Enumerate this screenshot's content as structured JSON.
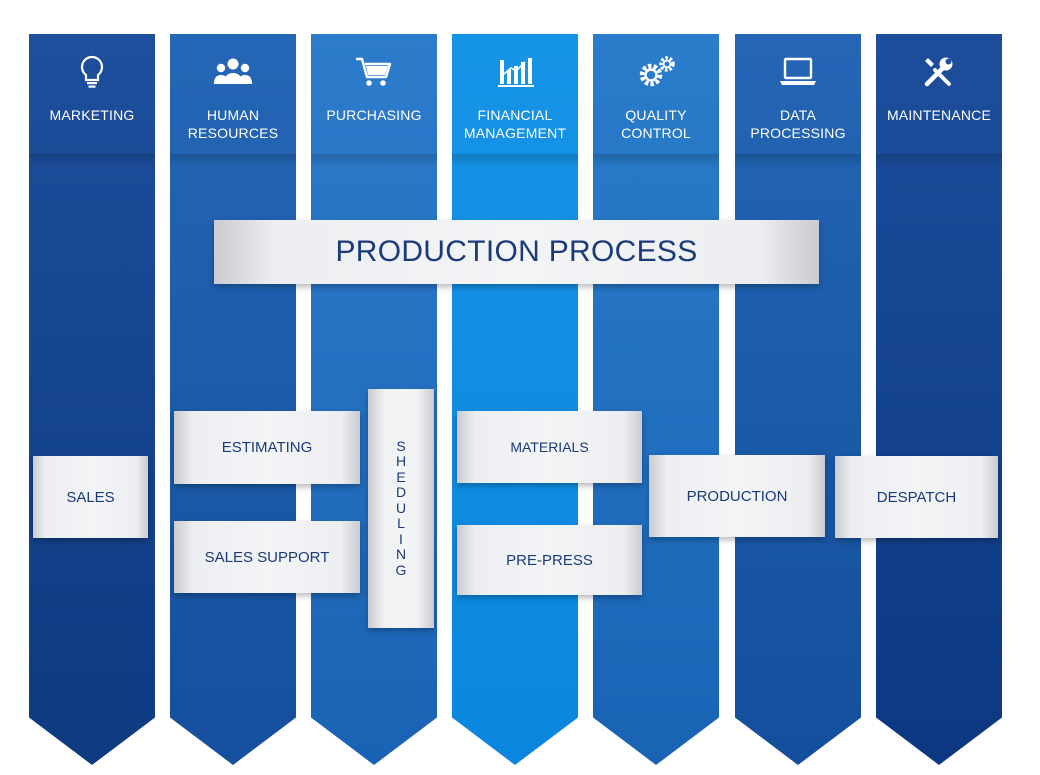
{
  "columns": [
    {
      "label": "MARKETING",
      "icon": "lightbulb-icon",
      "color_top": "#1e4f9d",
      "color_bottom": "#0d3a80"
    },
    {
      "label": "HUMAN\nRESOURCES",
      "icon": "people-icon",
      "color_top": "#2467b6",
      "color_bottom": "#154f9d"
    },
    {
      "label": "PURCHASING",
      "icon": "shopping-cart-icon",
      "color_top": "#2d7ccc",
      "color_bottom": "#1a62b4"
    },
    {
      "label": "FINANCIAL\nMANAGEMENT",
      "icon": "bar-chart-icon",
      "color_top": "#1694e6",
      "color_bottom": "#0b86df"
    },
    {
      "label": "QUALITY\nCONTROL",
      "icon": "gears-icon",
      "color_top": "#2a7dcb",
      "color_bottom": "#1963b5"
    },
    {
      "label": "DATA\nPROCESSING",
      "icon": "laptop-icon",
      "color_top": "#2466b5",
      "color_bottom": "#144e9c"
    },
    {
      "label": "MAINTENANCE",
      "icon": "tools-icon",
      "color_top": "#1d4e9c",
      "color_bottom": "#0c3881"
    }
  ],
  "banner": {
    "label": "PRODUCTION PROCESS"
  },
  "cards": {
    "sales": "SALES",
    "estimating": "ESTIMATING",
    "sales_support": "SALES SUPPORT",
    "materials": "MATERIALS",
    "pre_press": "PRE-PRESS",
    "production": "PRODUCTION",
    "despatch": "DESPATCH"
  },
  "scheduling": {
    "letters": [
      "S",
      "H",
      "E",
      "D",
      "U",
      "L",
      "I",
      "N",
      "G"
    ]
  },
  "colors": {
    "card_text": "#1a3a7a",
    "icon": "#ffffff"
  }
}
